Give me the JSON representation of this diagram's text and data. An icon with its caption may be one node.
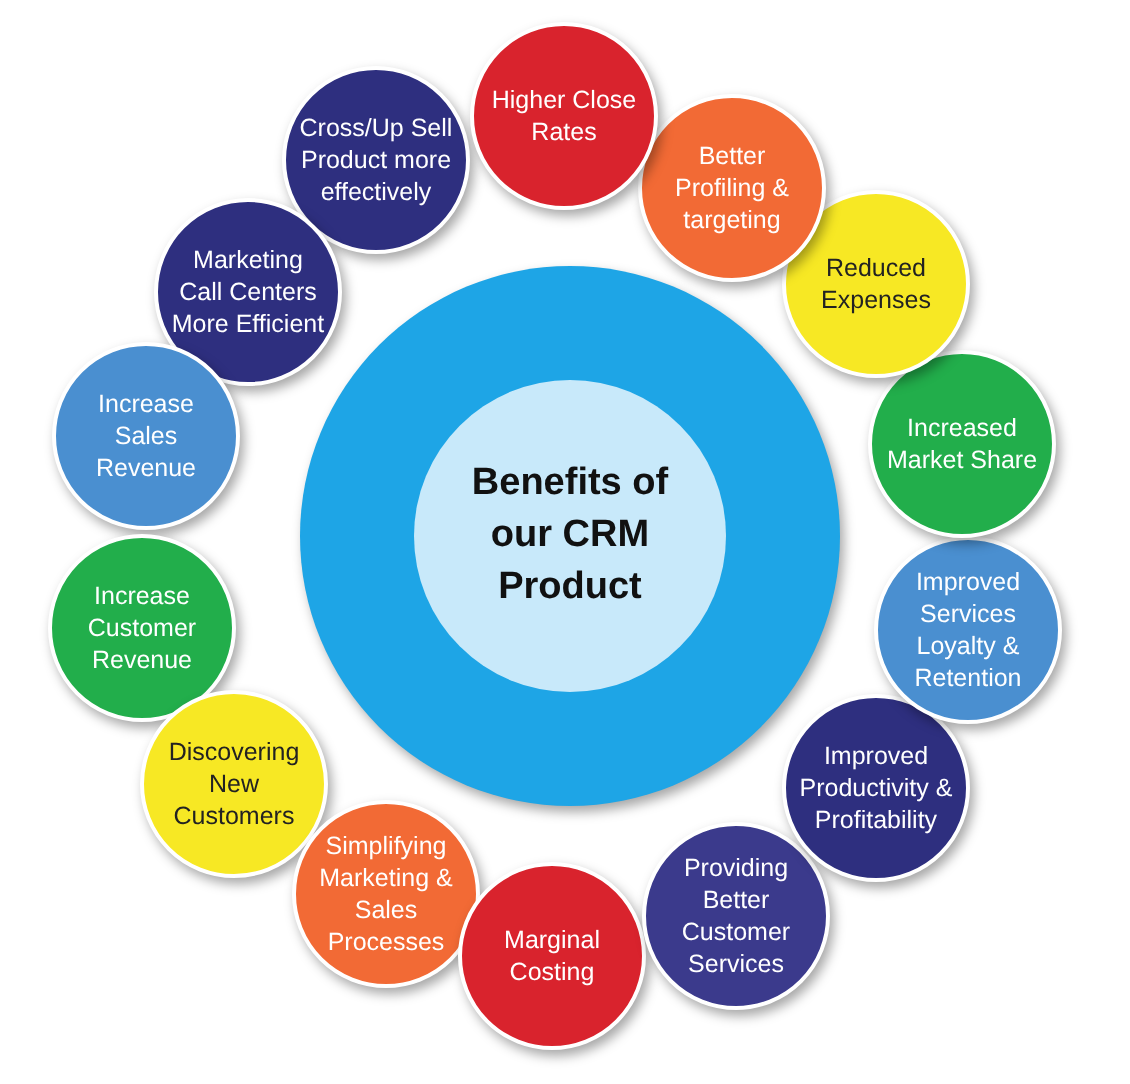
{
  "diagram": {
    "nodes": [
      {
        "text": [
          "Benefits of our CRM Product"
        ]
      },
      {
        "text": [
          "Higher Close Rates"
        ]
      },
      {
        "text": [
          "Better Profiling & targeting"
        ]
      },
      {
        "text": [
          "Reduced Expenses"
        ]
      },
      {
        "text": [
          "Increased Market Share"
        ]
      },
      {
        "text": [
          "Improved Services Loyalty & Retention"
        ]
      },
      {
        "text": [
          "Improved Productivity & Profitability"
        ]
      },
      {
        "text": [
          "Providing Better Customer Services"
        ]
      },
      {
        "text": [
          "Marginal Costing"
        ]
      },
      {
        "text": [
          "Simplifying Marketing & Sales Processes"
        ]
      },
      {
        "text": [
          "Discovering New Customers"
        ]
      },
      {
        "text": [
          "Increase Customer Revenue"
        ]
      },
      {
        "text": [
          "Increase Sales Revenue"
        ]
      },
      {
        "text": [
          "Marketing Call Centers More Efficient"
        ]
      },
      {
        "text": [
          "Cross/Up Sell Product more effectively"
        ]
      }
    ]
  }
}
